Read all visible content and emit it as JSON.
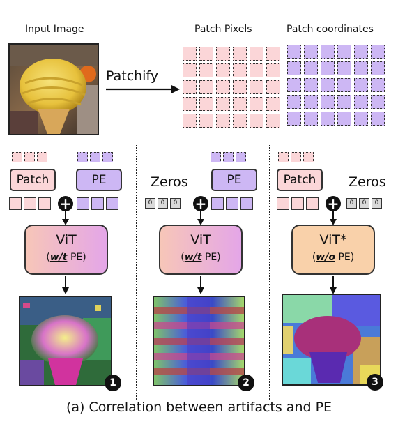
{
  "labels": {
    "input_image": "Input Image",
    "patch_pixels": "Patch Pixels",
    "patch_coordinates": "Patch coordinates",
    "patchify": "Patchify"
  },
  "panels": [
    {
      "left_token": "Patch",
      "right_token": "PE",
      "model_name": "ViT",
      "model_prefix": "(",
      "model_emph": "w/t",
      "model_suffix": " PE)",
      "badge": "1"
    },
    {
      "left_token": "Zeros",
      "right_token": "PE",
      "model_name": "ViT",
      "model_prefix": "(",
      "model_emph": "w/t",
      "model_suffix": " PE)",
      "badge": "2"
    },
    {
      "left_token": "Patch",
      "right_token": "Zeros",
      "model_name": "ViT*",
      "model_prefix": "(",
      "model_emph": "w/o",
      "model_suffix": " PE)",
      "badge": "3"
    }
  ],
  "zero_digit": "0",
  "plus_symbol": "+",
  "caption": "(a) Correlation between artifacts and PE",
  "colors": {
    "patch_pink": "#fbd6d8",
    "pe_purple": "#cdb7f4",
    "vit_gradient": [
      "#f7c6b8",
      "#e4a6e8"
    ],
    "vit_star_fill": "#f9d1aa",
    "zero_gray": "#d9d9d9"
  }
}
